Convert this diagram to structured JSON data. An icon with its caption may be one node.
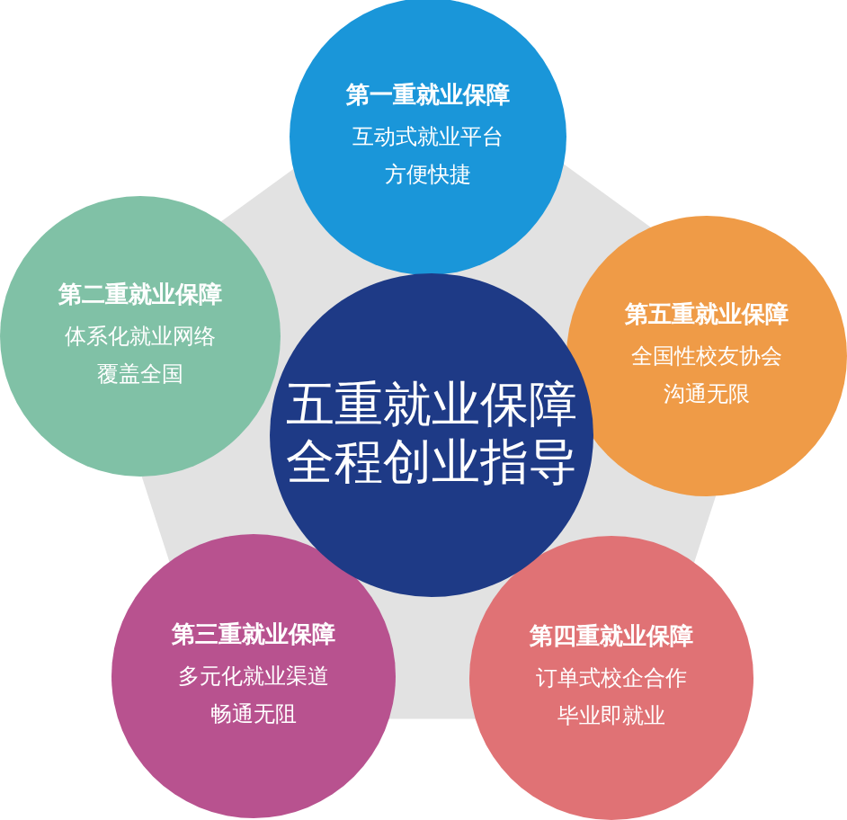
{
  "diagram": {
    "nodes": [
      {
        "text": [
          "五重就业保障全程创业指导"
        ]
      },
      {
        "text": [
          "第一重就业保障",
          "互动式就业平台方便快捷"
        ]
      },
      {
        "text": [
          "第二重就业保障",
          "体系化就业网络覆盖全国"
        ]
      },
      {
        "text": [
          "第三重就业保障",
          "多元化就业渠道畅通无阻"
        ]
      },
      {
        "text": [
          "第四重就业保障",
          "订单式校企合作毕业即就业"
        ]
      },
      {
        "text": [
          "第五重就业保障",
          "全国性校友协会沟通无限"
        ]
      }
    ]
  }
}
